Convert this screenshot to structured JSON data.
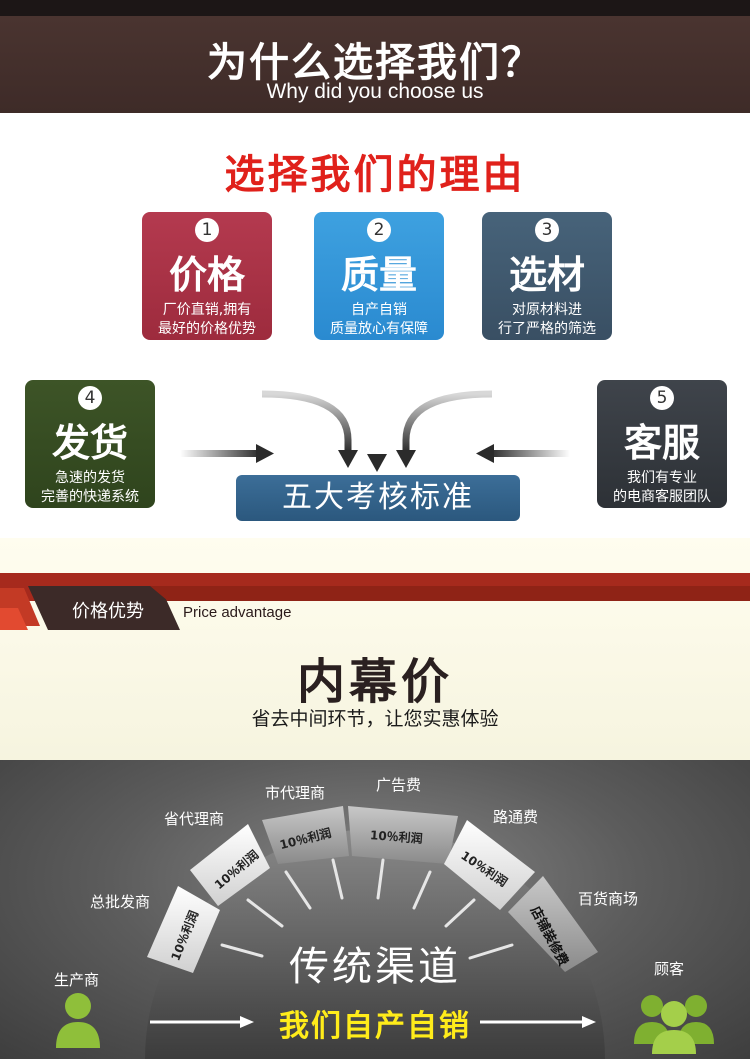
{
  "header": {
    "title": "为什么选择我们？",
    "subtitle": "Why did you choose us"
  },
  "reasons": {
    "title": "选择我们的理由",
    "cards": [
      {
        "num": "1",
        "title": "价格",
        "line1": "厂价直销,拥有",
        "line2": "最好的价格优势"
      },
      {
        "num": "2",
        "title": "质量",
        "line1": "自产自销",
        "line2": "质量放心有保障"
      },
      {
        "num": "3",
        "title": "选材",
        "line1": "对原材料进",
        "line2": "行了严格的筛选"
      },
      {
        "num": "4",
        "title": "发货",
        "line1": "急速的发货",
        "line2": "完善的快递系统"
      },
      {
        "num": "5",
        "title": "客服",
        "line1": "我们有专业",
        "line2": "的电商客服团队"
      }
    ],
    "standards": "五大考核标准"
  },
  "price": {
    "label": "价格优势",
    "label_en": "Price advantage",
    "title": "内幕价",
    "subtitle": "省去中间环节，让您实惠体验"
  },
  "channel": {
    "labels": {
      "producer": "生产商",
      "wholesale": "总批发商",
      "province": "省代理商",
      "city": "市代理商",
      "ad": "广告费",
      "road": "路通费",
      "mall": "百货商场",
      "customer": "顾客"
    },
    "segments": [
      "10％利润",
      "10％利润",
      "10％利润",
      "10％利润",
      "10％利润",
      "店铺装修费"
    ],
    "traditional": "传统渠道",
    "direct": "我们自产自销"
  },
  "icons": [
    "person-icon",
    "group-icon",
    "arrow-right-icon",
    "arrow-down-icon"
  ],
  "colors": {
    "accent_red": "#e0211b",
    "card1": "#a93044",
    "card2": "#3397da",
    "card3": "#3f576d",
    "card4": "#354b22",
    "card5": "#363a40",
    "band_red": "#a62a1d",
    "person_green": "#8fbf3a",
    "direct_yellow": "#ffec1a"
  }
}
